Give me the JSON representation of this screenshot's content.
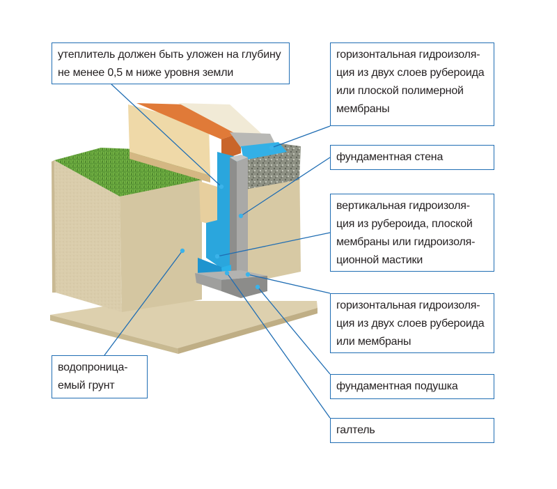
{
  "labels": {
    "insulation_depth": "утеплитель должен быть уложен на глубину\nне менее 0,5 м ниже уровня земли",
    "horizontal_waterproofing_top": "горизонтальная гидроизоля-\nция из двух слоев рубероида\nили плоской полимерной\nмембраны",
    "foundation_wall": "фундаментная стена",
    "vertical_waterproofing": "вертикальная гидроизоля-\nция из рубероида, плоской\nмембраны или гидроизоля-\nционной мастики",
    "horizontal_waterproofing_bottom": "горизонтальная гидроизоля-\nция из двух слоев рубероида\nили мембраны",
    "foundation_pad": "фундаментная подушка",
    "fillet": "галтель",
    "permeable_soil": "водопроница-\nемый грунт"
  },
  "colors": {
    "callout_border": "#1f6db3",
    "leader_line": "#1f6db3",
    "soil": "#d9ccaa",
    "grass": "#5f9a3a",
    "waterproofing": "#2aa6dd",
    "insulation": "#e8d2a2",
    "brick": "#e27b3a",
    "concrete": "#a8a8a8",
    "gravel": "#8f9283"
  }
}
